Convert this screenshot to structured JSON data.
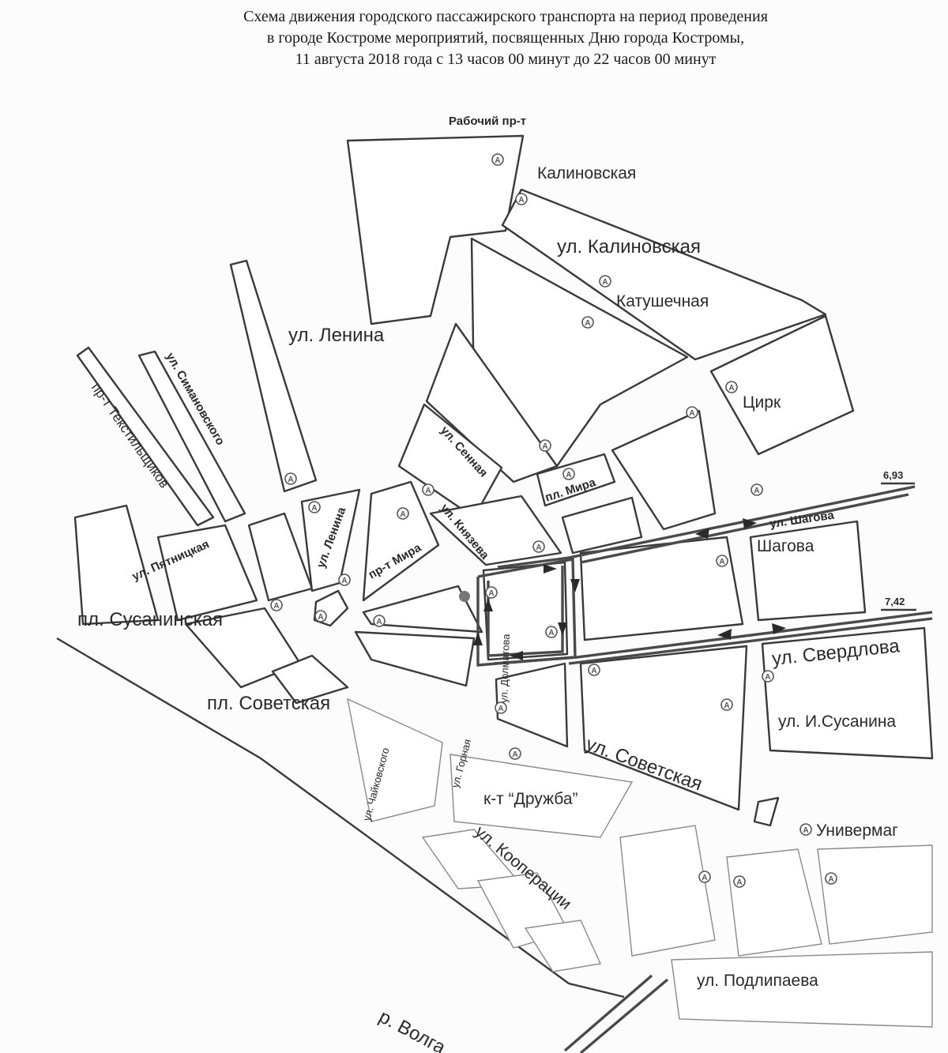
{
  "title": {
    "line1": "Схема движения городского пассажирского транспорта на период проведения",
    "line2": "в городе Костроме мероприятий, посвященных Дню города Костромы,",
    "line3": "11 августа 2018 года с 13 часов 00 минут до 22 часов 00 минут"
  },
  "streets": {
    "rabochiy": "Рабочий пр-т",
    "kalinovskaya_stop": "Калиновская",
    "kalinovskaya": "ул. Калиновская",
    "katushechnaya": "Катушечная",
    "lenina": "ул. Ленина",
    "simanovskogo": "ул. Симановского",
    "tekstilshchikov": "пр-т Текстильщиков",
    "tsirk": "Цирк",
    "sennaya": "ул. Сенная",
    "pl_mira": "пл. Мира",
    "knyazeva": "ул. Князева",
    "lenina_small": "ул. Ленина",
    "pr_mira": "пр-т Мира",
    "pyatnitskaya": "ул. Пятницкая",
    "susaninskaya": "пл. Сусанинская",
    "shagova_street": "ул. Шагова",
    "shagova_stop": "Шагова",
    "sverdlova": "ул. Свердлова",
    "dolmatova": "ул. Долматова",
    "i_susanina": "ул. И.Сусанина",
    "sovetskaya_sq": "пл. Советская",
    "sovetskaya": "ул. Советская",
    "chaykovskogo": "ул. Чайковского",
    "gornaya": "ул. Горная",
    "druzhba": "к-т “Дружба”",
    "univermag": "Универмаг",
    "kooperatsii": "ул. Кооперации",
    "podlipaeva": "ул. Подлипаева",
    "volga": "р. Волга"
  },
  "routes": {
    "km_shagova": "6,93",
    "km_sverdlova": "7,42"
  },
  "stop_symbol": "А",
  "colors": {
    "road_outline": "#3a3a3a",
    "route": "#4a4a4a",
    "paper": "#fcfcfc"
  }
}
